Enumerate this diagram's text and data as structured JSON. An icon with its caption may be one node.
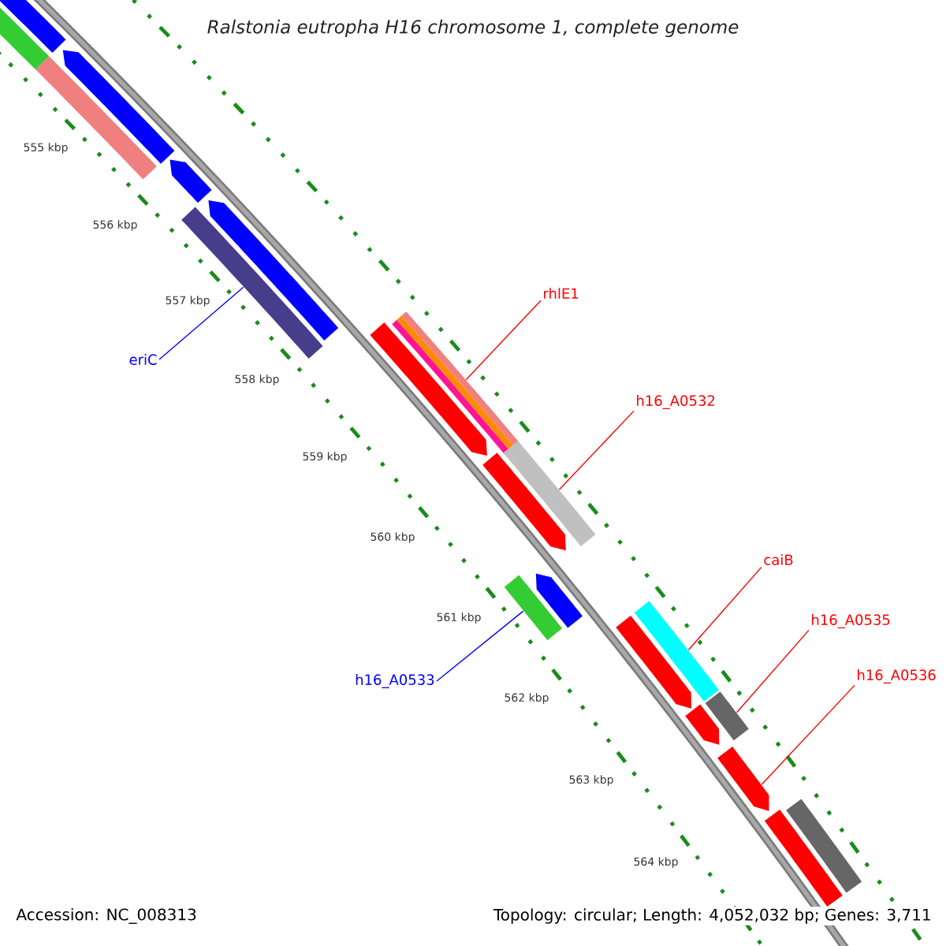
{
  "diagram": {
    "title": "Ralstonia eutropha H16 chromosome 1, complete genome",
    "nodes": [
      {
        "text": [
          "rhlE1"
        ]
      },
      {
        "text": [
          "h16_A0532"
        ]
      },
      {
        "text": [
          "caiB"
        ]
      },
      {
        "text": [
          "h16_A0535"
        ]
      },
      {
        "text": [
          "h16_A0536"
        ]
      },
      {
        "text": [
          "eriC"
        ]
      },
      {
        "text": [
          "h16_A0533"
        ]
      },
      {
        "text": [],
        "shape": "bar"
      },
      {
        "text": [],
        "shape": "bar"
      },
      {
        "text": [],
        "shape": "bar"
      },
      {
        "text": [],
        "shape": "bar"
      },
      {
        "text": [],
        "shape": "bar"
      },
      {
        "text": [],
        "shape": "bar"
      },
      {
        "text": [],
        "shape": "bar"
      },
      {
        "text": [],
        "shape": "bar"
      },
      {
        "text": [],
        "shape": "bar"
      },
      {
        "text": [],
        "shape": "bar"
      },
      {
        "text": [],
        "shape": "bar"
      },
      {
        "text": [],
        "shape": "bar"
      },
      {
        "text": [],
        "shape": "bar"
      },
      {
        "text": [],
        "shape": "bar"
      },
      {
        "text": [],
        "shape": "bar"
      },
      {
        "text": [],
        "shape": "bar"
      },
      {
        "text": [],
        "shape": "bar"
      },
      {
        "text": [],
        "shape": "bar"
      },
      {
        "text": [],
        "shape": "bar"
      },
      {
        "text": [],
        "shape": "bar"
      }
    ],
    "edges": [
      {
        "from": 0,
        "to": 7,
        "arrow": "none"
      },
      {
        "from": 1,
        "to": 8,
        "arrow": "none"
      },
      {
        "from": 2,
        "to": 9,
        "arrow": "none"
      },
      {
        "from": 3,
        "to": 10,
        "arrow": "none"
      },
      {
        "from": 4,
        "to": 11,
        "arrow": "none"
      },
      {
        "from": 5,
        "to": 12,
        "arrow": "none",
        "color": "#0000ff"
      },
      {
        "from": 6,
        "to": 13,
        "arrow": "none",
        "color": "#0000ff"
      }
    ],
    "labels": [
      "555 kbp",
      "556 kbp",
      "557 kbp",
      "558 kbp",
      "559 kbp",
      "560 kbp",
      "561 kbp",
      "562 kbp",
      "563 kbp",
      "564 kbp",
      "Accession: NC_008313",
      "Topology: circular; Length: 4,052,032 bp; Genes: 3,711"
    ]
  }
}
